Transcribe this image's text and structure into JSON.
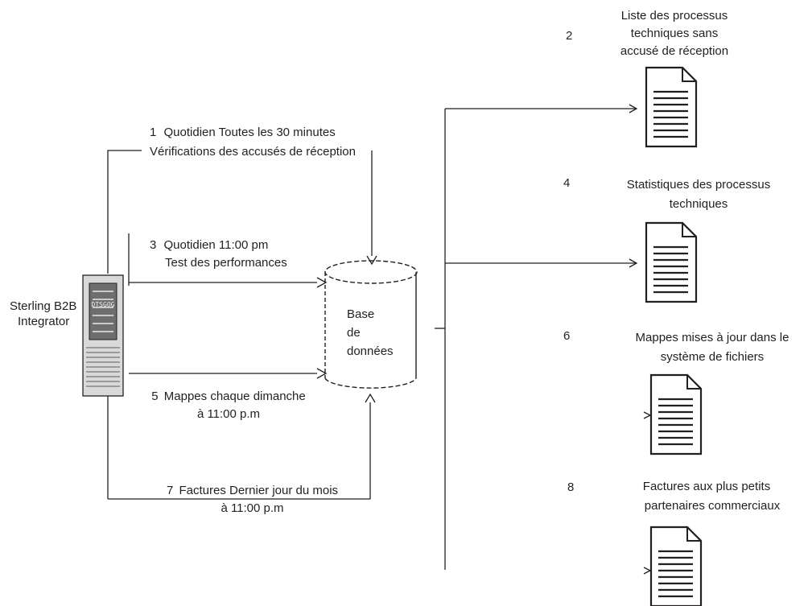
{
  "server": {
    "label_line1": "Sterling B2B",
    "label_line2": "Integrator",
    "screen_text": "DTSGOG"
  },
  "database": {
    "line1": "Base",
    "line2": "de",
    "line3": "données"
  },
  "jobs": [
    {
      "number": "1",
      "line1": "Quotidien Toutes les 30 minutes",
      "line2": "Vérifications des accusés de réception"
    },
    {
      "number": "3",
      "line1": "Quotidien 11:00 pm",
      "line2": "Test des performances"
    },
    {
      "number": "5",
      "line1": "Mappes chaque dimanche",
      "line2": "à 11:00 p.m"
    },
    {
      "number": "7",
      "line1": "Factures Dernier jour du mois",
      "line2": "à 11:00 p.m"
    }
  ],
  "outputs": [
    {
      "number": "2",
      "line1": "Liste des processus",
      "line2": "techniques sans",
      "line3": "accusé de réception"
    },
    {
      "number": "4",
      "line1": "Statistiques des processus",
      "line2": "techniques"
    },
    {
      "number": "6",
      "line1": "Mappes mises à jour dans le",
      "line2": "système de fichiers"
    },
    {
      "number": "8",
      "line1": "Factures aux plus petits",
      "line2": "partenaires commerciaux"
    }
  ],
  "colors": {
    "ink": "#231f20",
    "server_fill": "#d9d9d9",
    "server_dark": "#5a5a5a"
  }
}
